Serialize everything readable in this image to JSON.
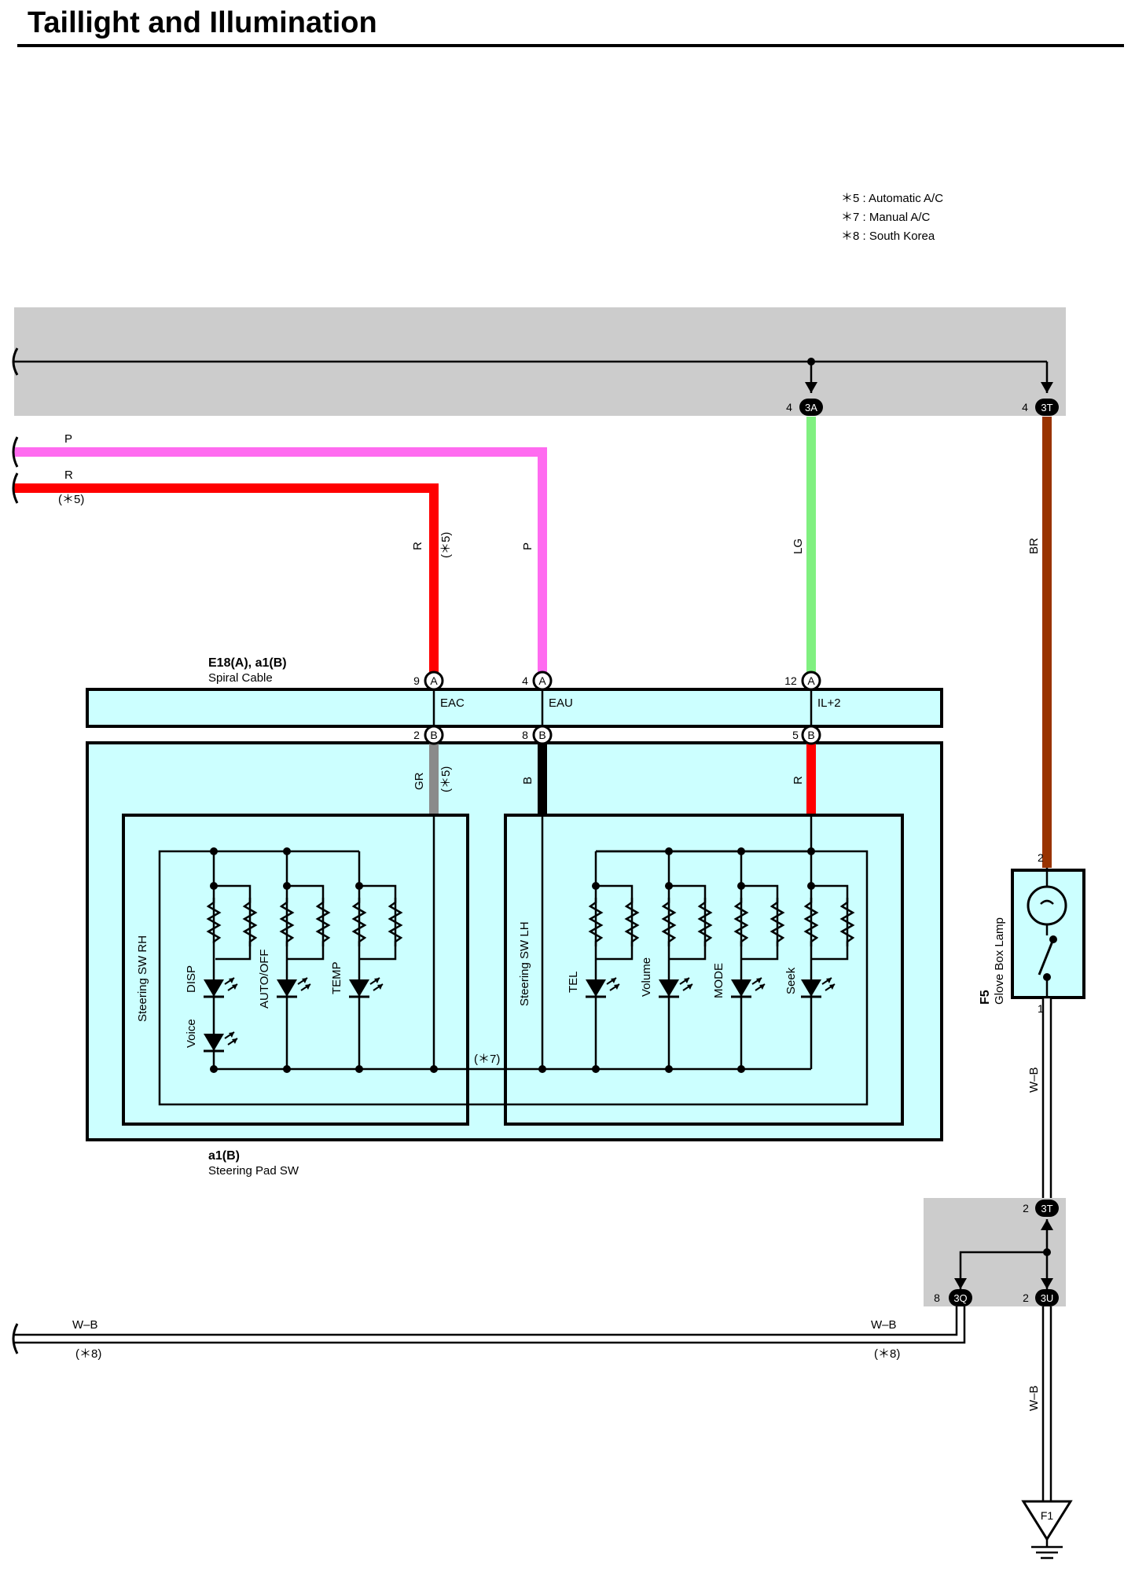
{
  "title": "Taillight and Illumination",
  "notes": [
    "＊5 : Automatic A/C",
    "＊7 : Manual A/C",
    "＊8 : South Korea"
  ],
  "colors": {
    "pink": "#ff6bf0",
    "red": "#ff0000",
    "light_green": "#80f080",
    "brown": "#993300",
    "gray_wire": "#8a8a8a",
    "black": "#000000",
    "component_fill": "#ccffff",
    "junction_fill": "#cccccc"
  },
  "wires": {
    "p_left": "P",
    "r_left": "R",
    "r_left_note": "(＊5)",
    "r_vertical": "R",
    "r_vertical_note": "(＊5)",
    "p_vertical": "P",
    "lg": "LG",
    "br": "BR",
    "gr": "GR",
    "gr_note": "(＊5)",
    "b": "B",
    "r_lower": "R",
    "wb_upper": "W–B",
    "wb_lower": "W–B",
    "wb_bottom_left": "W–B",
    "wb_bottom_left_note": "(＊8)",
    "wb_bottom_right": "W–B",
    "wb_bottom_right_note": "(＊8)",
    "star7": "(＊7)"
  },
  "connectors": {
    "top_3a": {
      "pin": "4",
      "label": "3A"
    },
    "top_3t": {
      "pin": "4",
      "label": "3T"
    },
    "spiral_a9": {
      "pin": "9",
      "label": "A"
    },
    "spiral_a4": {
      "pin": "4",
      "label": "A"
    },
    "spiral_a12": {
      "pin": "12",
      "label": "A"
    },
    "spiral_b2": {
      "pin": "2",
      "label": "B"
    },
    "spiral_b8": {
      "pin": "8",
      "label": "B"
    },
    "spiral_b5": {
      "pin": "5",
      "label": "B"
    },
    "bot_3t": {
      "pin": "2",
      "label": "3T"
    },
    "bot_3q": {
      "pin": "8",
      "label": "3Q"
    },
    "bot_3u": {
      "pin": "2",
      "label": "3U"
    }
  },
  "spiral_cable": {
    "code": "E18(A), a1(B)",
    "name": "Spiral Cable",
    "terminals": [
      "EAC",
      "EAU",
      "IL+2"
    ]
  },
  "steering_pad": {
    "code": "a1(B)",
    "name": "Steering Pad SW",
    "rh_label": "Steering SW RH",
    "lh_label": "Steering SW LH",
    "rh_leds": [
      "DISP",
      "AUTO/OFF",
      "TEMP"
    ],
    "rh_extra_led": "Voice",
    "lh_leds": [
      "TEL",
      "Volume",
      "MODE",
      "Seek"
    ]
  },
  "glove_box": {
    "code": "F5",
    "name": "Glove Box Lamp",
    "pin_top": "2",
    "pin_bottom": "1"
  },
  "ground": {
    "label": "F1"
  }
}
